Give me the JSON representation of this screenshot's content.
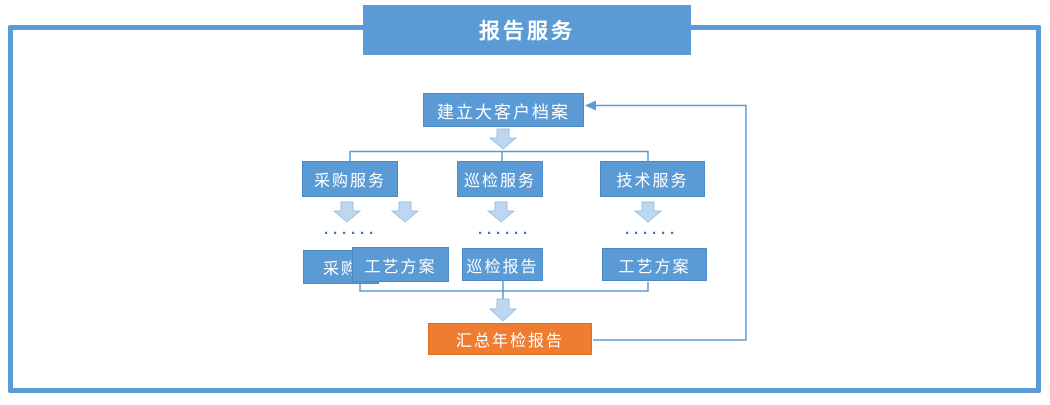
{
  "title": "报告服务",
  "flow": {
    "root": "建立大客户档案",
    "services": [
      "采购服务",
      "巡检服务",
      "技术服务"
    ],
    "ellipsis": "······",
    "outputs": [
      "采购",
      "工艺方案",
      "巡检报告",
      "工艺方案"
    ],
    "summary": "汇总年检报告"
  },
  "colors": {
    "node_blue": "#5b9bd5",
    "node_border_blue": "#4a89c4",
    "block_arrow_fill": "#bdd7ee",
    "block_arrow_border": "#9cc3e5",
    "dots_blue": "#2e75b6",
    "connector_blue": "#5b9bd5",
    "summary_orange": "#ed7d31",
    "text_white": "#ffffff"
  }
}
